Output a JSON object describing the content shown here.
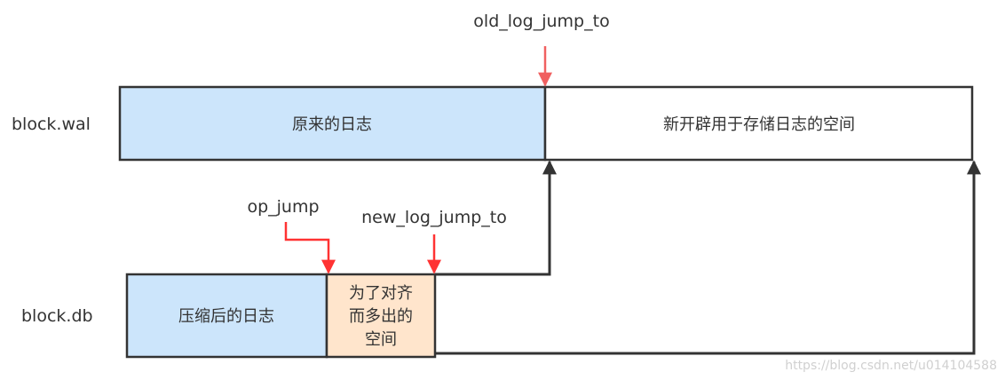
{
  "rows": {
    "wal": {
      "label": "block.wal"
    },
    "db": {
      "label": "block.db"
    }
  },
  "wal_boxes": {
    "original": {
      "text": "原来的日志"
    },
    "new_space": {
      "text": "新开辟用于存储日志的空间"
    }
  },
  "db_boxes": {
    "compressed": {
      "text": "压缩后的日志"
    },
    "padding": {
      "lines": [
        "为了对齐",
        "而多出的",
        "空间"
      ]
    }
  },
  "pointers": {
    "old_log_jump_to": "old_log_jump_to",
    "op_jump": "op_jump",
    "new_log_jump_to": "new_log_jump_to"
  },
  "colors": {
    "box_blue": "#cce5fb",
    "box_orange": "#ffe5cc",
    "stroke": "#333333",
    "red_arrow": "#ff3333",
    "old_pointer_arrow": "#f06060"
  },
  "watermark": "https://blog.csdn.net/u014104588"
}
